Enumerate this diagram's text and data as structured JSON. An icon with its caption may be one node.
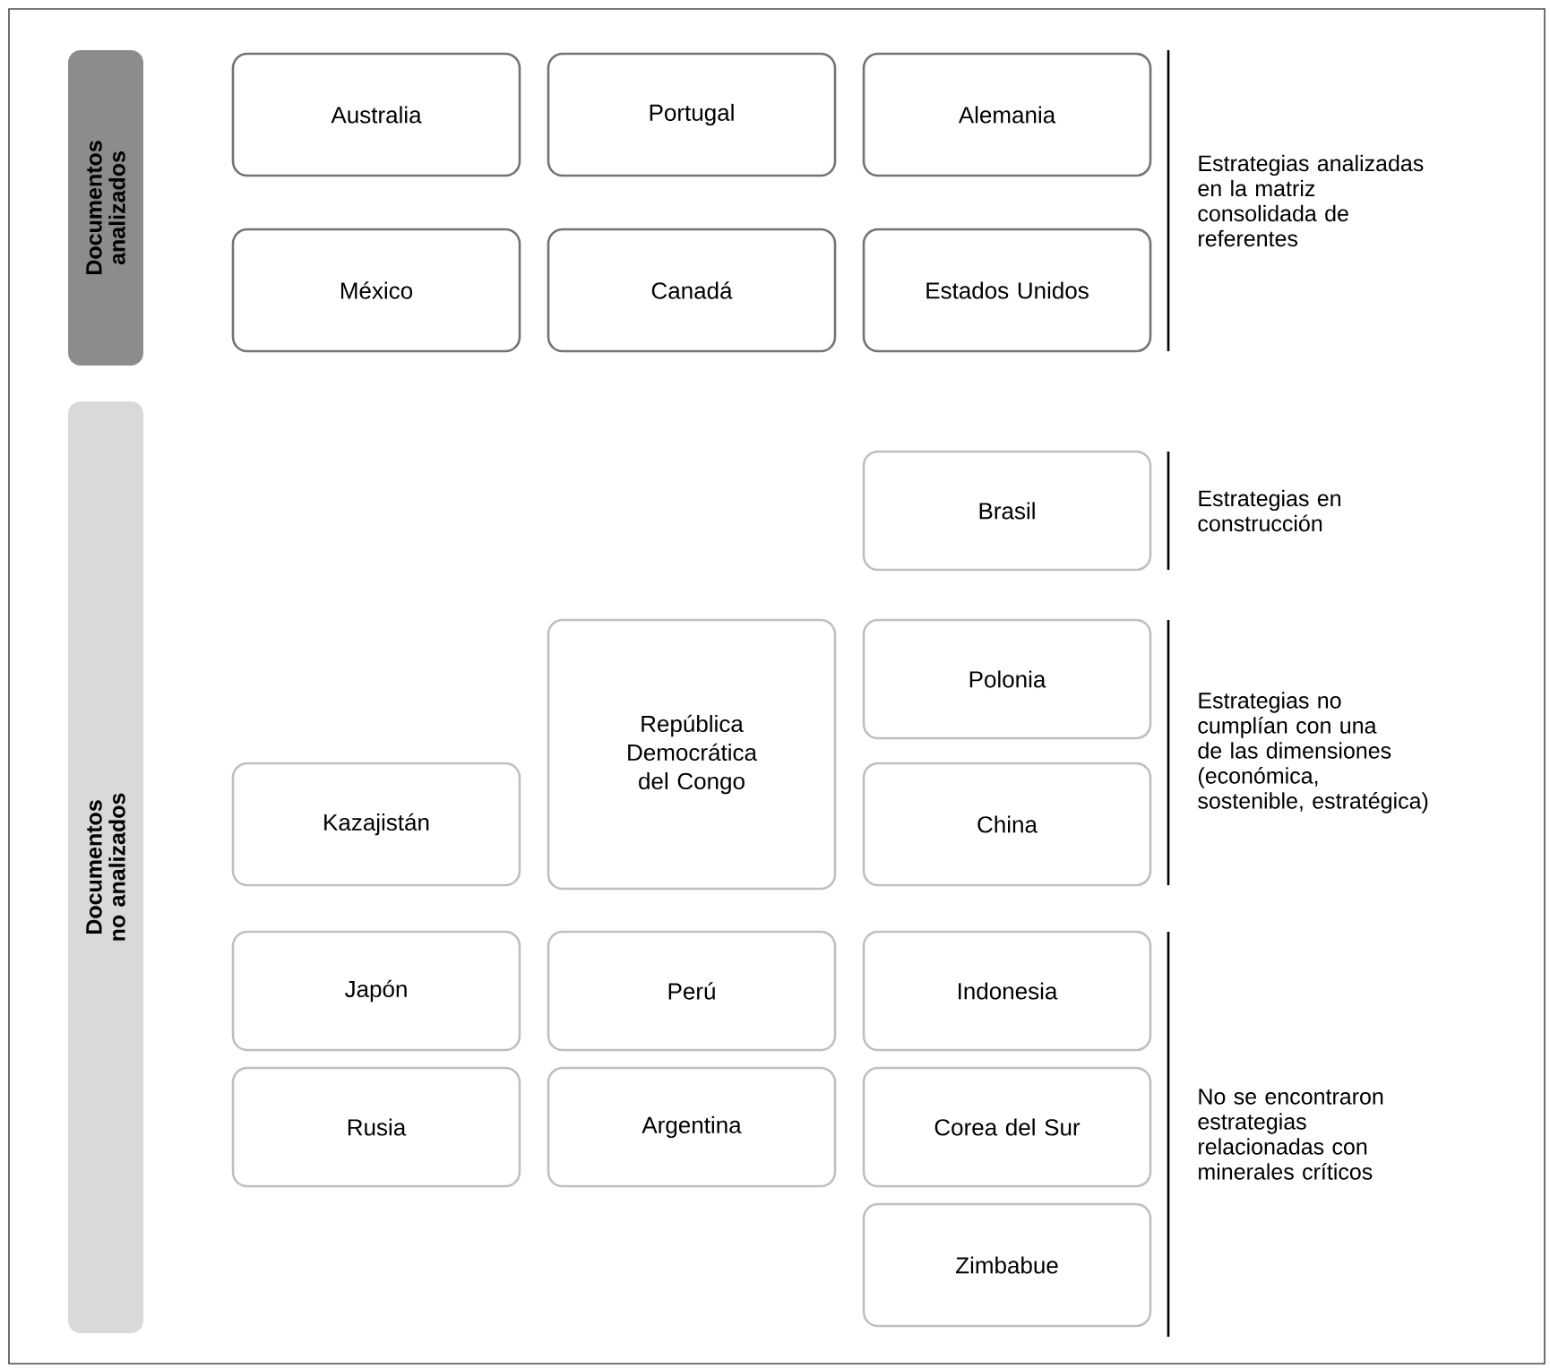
{
  "diagram": {
    "nodes": [
      {
        "text": [
          "Documentos analizados"
        ]
      },
      {
        "text": [
          "Australia"
        ]
      },
      {
        "text": [
          "Portugal"
        ]
      },
      {
        "text": [
          "Alemania"
        ]
      },
      {
        "text": [
          "México"
        ]
      },
      {
        "text": [
          "Canadá"
        ]
      },
      {
        "text": [
          "Estados Unidos"
        ]
      },
      {
        "text": [
          "Documentos no analizados"
        ]
      },
      {
        "text": [
          "Brasil"
        ]
      },
      {
        "text": [
          "República Democrática del Congo"
        ]
      },
      {
        "text": [
          "Polonia"
        ]
      },
      {
        "text": [
          "Kazajistán"
        ]
      },
      {
        "text": [
          "China"
        ]
      },
      {
        "text": [
          "Japón"
        ]
      },
      {
        "text": [
          "Perú"
        ]
      },
      {
        "text": [
          "Indonesia"
        ]
      },
      {
        "text": [
          "Rusia"
        ]
      },
      {
        "text": [
          "Argentina"
        ]
      },
      {
        "text": [
          "Corea del Sur"
        ]
      },
      {
        "text": [
          "Zimbabue"
        ]
      }
    ],
    "labels": [
      "Estrategias analizadas en la matriz consolidada de referentes",
      "Estrategias en construcción",
      "Estrategias no cumplían con una de las dimensiones (económica, sostenible, estratégica)",
      "No se encontraron estrategias relacionadas con minerales críticos"
    ]
  }
}
